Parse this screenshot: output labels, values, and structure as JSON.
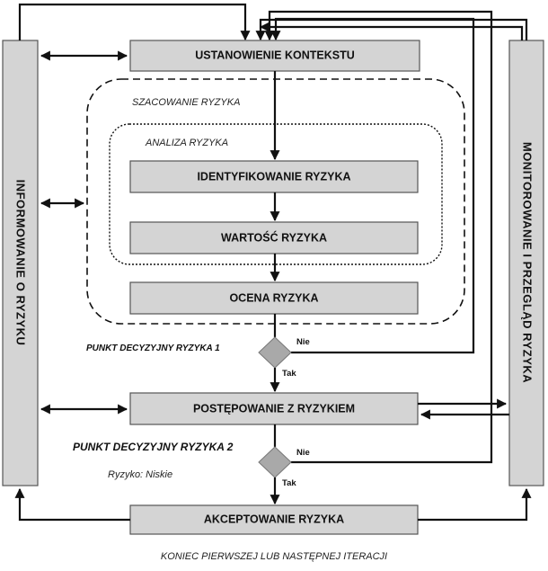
{
  "boxes": {
    "context": "USTANOWIENIE KONTEKSTU",
    "identification": "IDENTYFIKOWANIE RYZYKA",
    "value": "WARTOŚĆ RYZYKA",
    "evaluation": "OCENA RYZYKA",
    "treatment": "POSTĘPOWANIE Z RYZYKIEM",
    "acceptance": "AKCEPTOWANIE RYZYKA"
  },
  "sides": {
    "left": "INFORMOWANIE O RYZYKU",
    "right": "MONITOROWANIE I PRZEGLĄD RYZYKA"
  },
  "regions": {
    "assessment": "SZACOWANIE RYZYKA",
    "analysis": "ANALIZA RYZYKA"
  },
  "decisions": {
    "point1": "PUNKT DECYZYJNY RYZYKA 1",
    "point2": "PUNKT DECYZYJNY RYZYKA 2",
    "no": "Nie",
    "yes": "Tak"
  },
  "note": "Ryzyko: Niskie",
  "footer": "KONIEC PIERWSZEJ LUB NASTĘPNEJ ITERACJI"
}
